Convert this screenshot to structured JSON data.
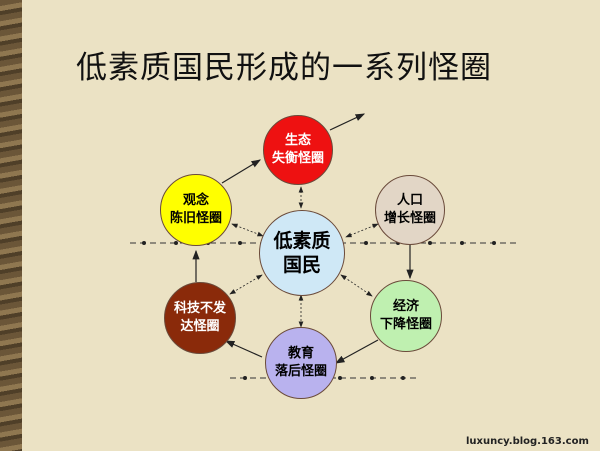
{
  "title": "低素质国民形成的一系列怪圈",
  "center": {
    "label": "低素质\n国民",
    "color": "#cfe8f6"
  },
  "nodes": [
    {
      "id": "ecology",
      "label": "生态\n失衡怪圈",
      "color": "#ee1111",
      "text_color": "#ffffff"
    },
    {
      "id": "concept",
      "label": "观念\n陈旧怪圈",
      "color": "#ffff00",
      "text_color": "#000000"
    },
    {
      "id": "population",
      "label": "人口\n增长怪圈",
      "color": "#e2d6c6",
      "text_color": "#000000"
    },
    {
      "id": "economy",
      "label": "经济\n下降怪圈",
      "color": "#bff0b0",
      "text_color": "#000000"
    },
    {
      "id": "technology",
      "label": "科技不发\n达怪圈",
      "color": "#8a2a0a",
      "text_color": "#ffffff"
    },
    {
      "id": "education",
      "label": "教育\n落后怪圈",
      "color": "#b9b2ee",
      "text_color": "#000000"
    }
  ],
  "watermark": "luxuncy.blog.163.com"
}
